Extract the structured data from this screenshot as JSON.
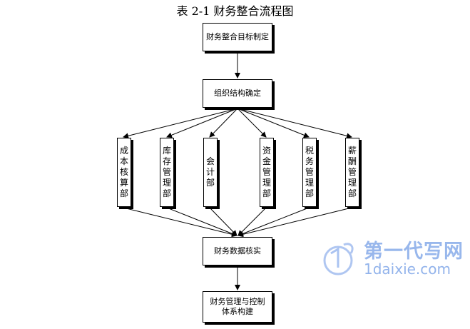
{
  "title": "表 2-1  财务整合流程图",
  "nodes": {
    "goal": "财务整合目标制定",
    "structure": "组织结构确定",
    "departments": [
      "成本核算部",
      "库存管理部",
      "会计部",
      "资金管理部",
      "税务管理部",
      "薪酬管理部"
    ],
    "verify": "财务数据核实",
    "system": "财务管理与控制体系构建"
  },
  "watermark": {
    "cn": "第一代写网",
    "en": "1daixie.com",
    "color": "#7fa6e8"
  }
}
